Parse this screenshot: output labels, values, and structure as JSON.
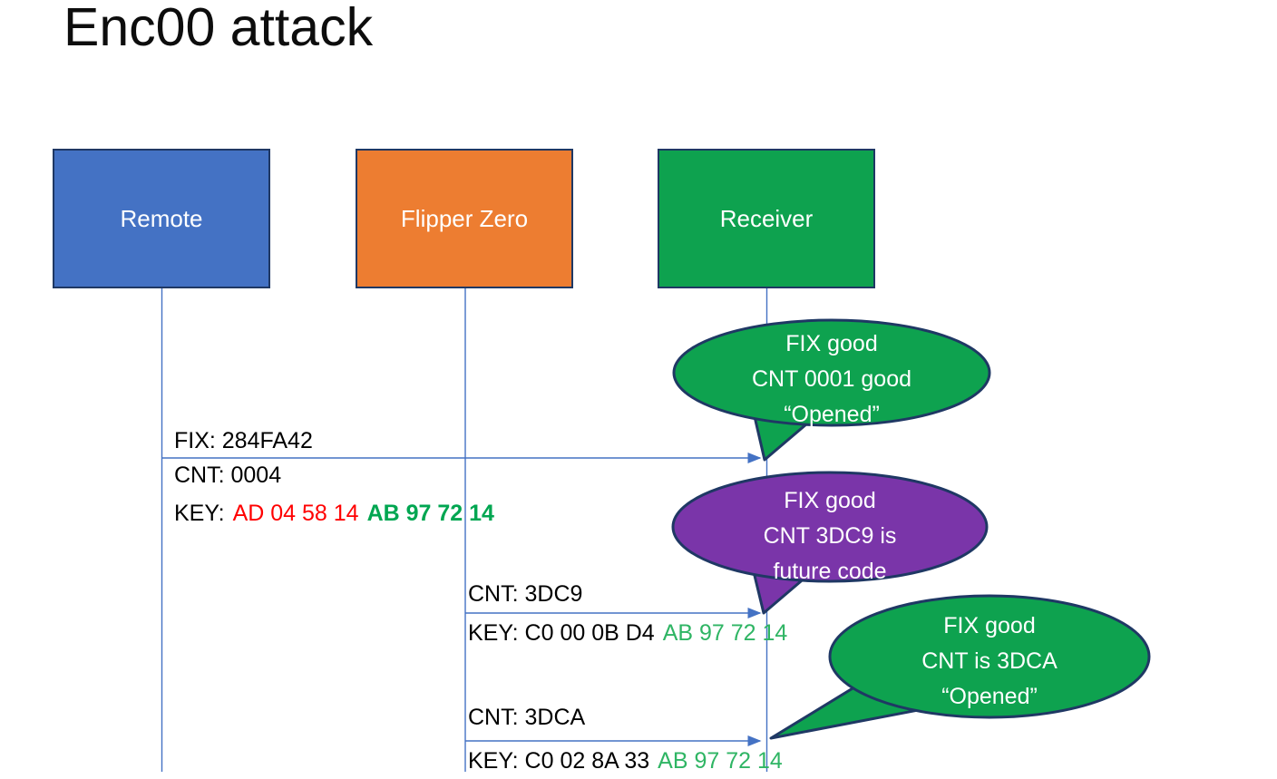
{
  "title": "Enc00 attack",
  "actors": [
    {
      "id": "remote",
      "label": "Remote",
      "color": "#4472C4"
    },
    {
      "id": "flipper-zero",
      "label": "Flipper Zero",
      "color": "#ED7D31"
    },
    {
      "id": "receiver",
      "label": "Receiver",
      "color": "#0EA24F"
    }
  ],
  "style_colors": {
    "shape_border": "#1F3864",
    "lifeline_and_arrow": "#4472C4",
    "red_hex": "#FF0000",
    "green_hex_bold": "#00A651",
    "green_hex": "#2FB564",
    "bubble_green": "#0EA24F",
    "bubble_purple": "#7A35A9"
  },
  "messages": [
    {
      "from": "Remote",
      "to": "Receiver",
      "fix": "FIX: 284FA42",
      "cnt": "CNT: 0004",
      "key_label": "KEY:",
      "key_hex1": "AD 04 58 14",
      "key_hex1_color": "#FF0000",
      "key_hex2": "AB 97 72 14",
      "key_hex2_color": "#00A651"
    },
    {
      "from": "Flipper Zero",
      "to": "Receiver",
      "cnt": "CNT: 3DC9",
      "key_label": "KEY: C0 00 0B D4",
      "key_hex1": "C0 00 0B D4",
      "key_hex1_color": "#000000",
      "key_hex2": "AB 97 72 14",
      "key_hex2_color": "#2FB564"
    },
    {
      "from": "Flipper Zero",
      "to": "Receiver",
      "cnt": "CNT: 3DCA",
      "key_label": "KEY: C0 02 8A 33",
      "key_hex1": "C0 02 8A 33",
      "key_hex1_color": "#000000",
      "key_hex2": "AB 97 72 14",
      "key_hex2_color": "#2FB564"
    }
  ],
  "bubbles": [
    {
      "color": "#0EA24F",
      "lines": [
        "FIX good",
        "CNT 0001 good",
        "“Opened”"
      ]
    },
    {
      "color": "#7A35A9",
      "lines": [
        "FIX good",
        "CNT 3DC9 is",
        "future code"
      ]
    },
    {
      "color": "#0EA24F",
      "lines": [
        "FIX good",
        "CNT is 3DCA",
        "“Opened”"
      ]
    }
  ]
}
